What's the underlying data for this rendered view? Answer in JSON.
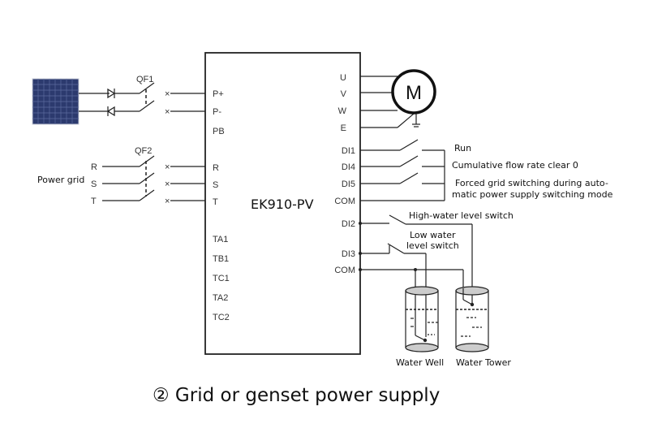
{
  "diagram": {
    "device_label": "EK910-PV",
    "caption": "② Grid or genset power supply",
    "pv_input": {
      "breaker_label": "QF1",
      "terminals": [
        "P+",
        "P-",
        "PB"
      ],
      "source_icon": "solar-panel-icon"
    },
    "grid_input": {
      "source_label": "Power grid",
      "breaker_label": "QF2",
      "source_phases": [
        "R",
        "S",
        "T"
      ],
      "terminals": [
        "R",
        "S",
        "T"
      ]
    },
    "relay_terminals": [
      "TA1",
      "TB1",
      "TC1",
      "TA2",
      "TC2"
    ],
    "motor": {
      "symbol": "M",
      "terminals": [
        "U",
        "V",
        "W",
        "E"
      ]
    },
    "digital_inputs": [
      {
        "terminal": "DI1",
        "function": "Run"
      },
      {
        "terminal": "DI4",
        "function": "Cumulative flow rate clear 0"
      },
      {
        "terminal": "DI5",
        "function_line1": "Forced grid switching during auto-",
        "function_line2": "matic power supply switching mode"
      },
      {
        "terminal": "COM"
      }
    ],
    "level_inputs": [
      {
        "terminal": "DI2",
        "function": "High-water level switch"
      },
      {
        "terminal": "DI3",
        "function_line1": "Low water",
        "function_line2": "level switch"
      },
      {
        "terminal": "COM"
      }
    ],
    "tanks": [
      {
        "label": "Water Well"
      },
      {
        "label": "Water Tower"
      }
    ]
  }
}
